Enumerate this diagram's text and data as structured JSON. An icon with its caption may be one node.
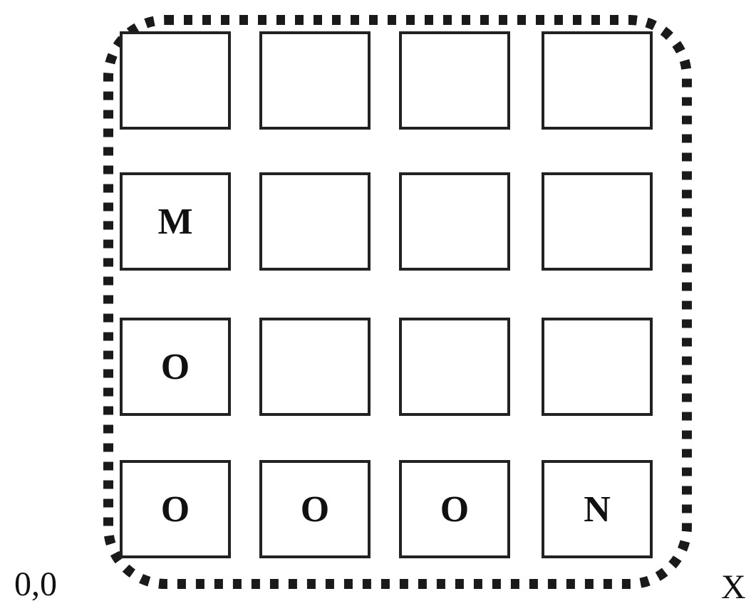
{
  "diagram": {
    "nodes": [
      {
        "text": [],
        "shape": "box"
      },
      {
        "text": [],
        "shape": "box",
        "in": 0
      },
      {
        "text": [],
        "shape": "box",
        "in": 0
      },
      {
        "text": [],
        "shape": "box",
        "in": 0
      },
      {
        "text": [],
        "shape": "box",
        "in": 0
      },
      {
        "text": [
          "M"
        ],
        "in": 0
      },
      {
        "text": [],
        "shape": "box",
        "in": 0
      },
      {
        "text": [],
        "shape": "box",
        "in": 0
      },
      {
        "text": [],
        "shape": "box",
        "in": 0
      },
      {
        "text": [
          "O"
        ],
        "in": 0
      },
      {
        "text": [],
        "shape": "box",
        "in": 0
      },
      {
        "text": [],
        "shape": "box",
        "in": 0
      },
      {
        "text": [],
        "shape": "box",
        "in": 0
      },
      {
        "text": [
          "O"
        ],
        "in": 0
      },
      {
        "text": [
          "O"
        ],
        "in": 0
      },
      {
        "text": [
          "O"
        ],
        "in": 0
      },
      {
        "text": [
          "N"
        ],
        "in": 0
      }
    ],
    "labels": [
      "0,0",
      "X"
    ]
  }
}
